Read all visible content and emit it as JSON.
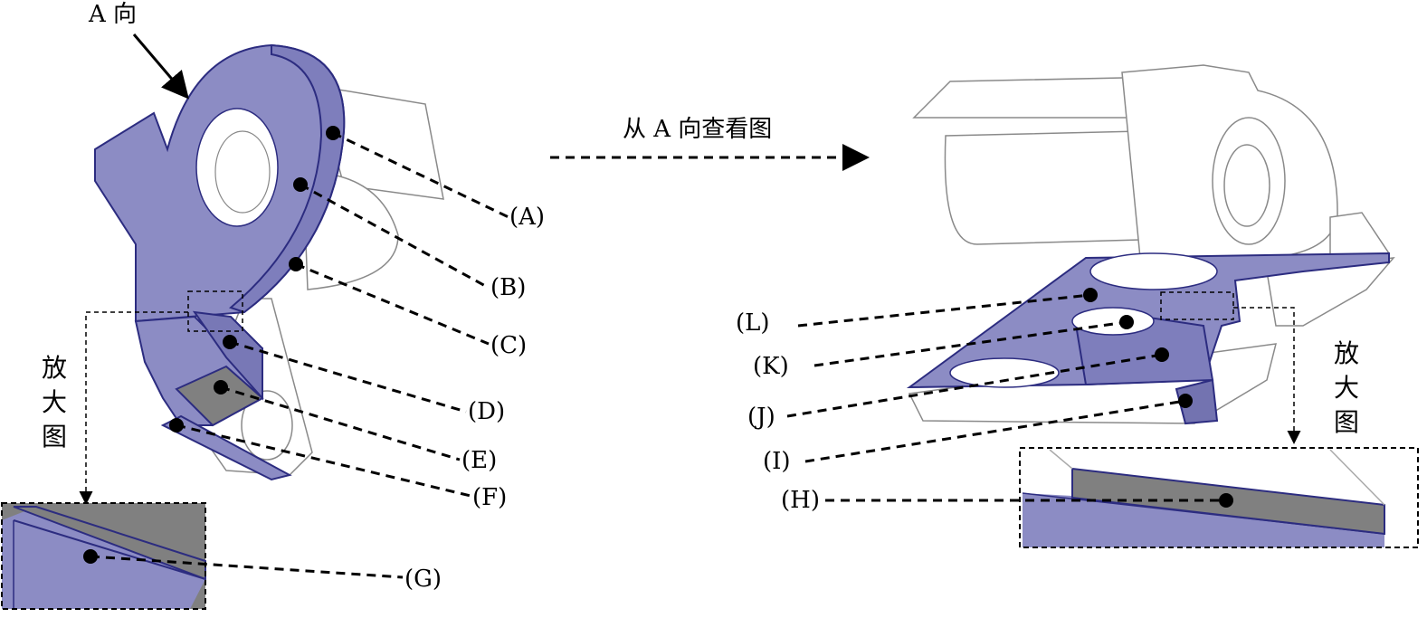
{
  "view_a_label": "A 向",
  "view_from_a_label": "从 A 向查看图",
  "enlarge_label": "放大图",
  "face_labels": {
    "a": "(A)",
    "b": "(B)",
    "c": "(C)",
    "d": "(D)",
    "e": "(E)",
    "f": "(F)",
    "g": "(G)",
    "h": "(H)",
    "i": "(I)",
    "j": "(J)",
    "k": "(K)",
    "l": "(L)"
  },
  "colors": {
    "face_fill": "#8c8cc4",
    "face_edge": "#2c2c80",
    "zoom_dark": "#808080",
    "outline": "#9a9a9a",
    "leader": "#000000"
  }
}
